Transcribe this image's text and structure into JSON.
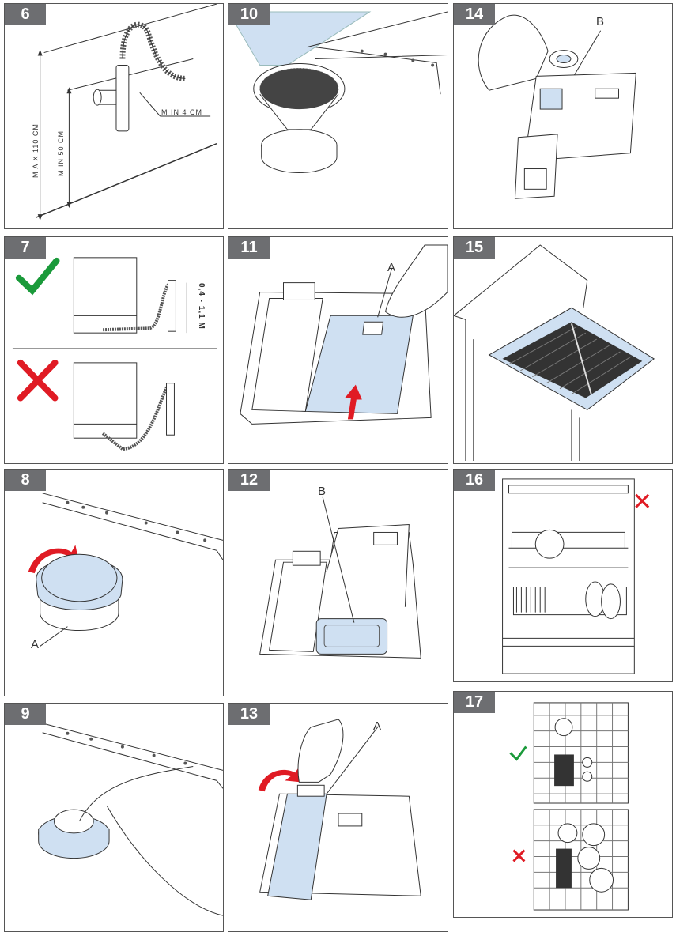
{
  "panels": {
    "p6": {
      "number": "6",
      "min_cm": "M IN 4 CM",
      "max_height": "M A X 110 CM",
      "min_height": "M IN 50 CM"
    },
    "p7": {
      "number": "7",
      "hose_label": "0,4 - 1,1 M"
    },
    "p8": {
      "number": "8",
      "label_a": "A"
    },
    "p9": {
      "number": "9"
    },
    "p10": {
      "number": "10"
    },
    "p11": {
      "number": "11",
      "label_a": "A"
    },
    "p12": {
      "number": "12",
      "label_b": "B"
    },
    "p13": {
      "number": "13",
      "label_a": "A"
    },
    "p14": {
      "number": "14",
      "label_b": "B"
    },
    "p15": {
      "number": "15"
    },
    "p16": {
      "number": "16"
    },
    "p17": {
      "number": "17"
    }
  },
  "colors": {
    "accent_blue": "#cfe0f2",
    "check_green": "#1a9a3a",
    "cross_red": "#e01b24",
    "badge_grey": "#6d6e71"
  },
  "icons": {
    "correct": "check-icon",
    "wrong": "cross-icon",
    "rotate": "rotate-arrow-icon",
    "push": "push-arrow-icon"
  }
}
